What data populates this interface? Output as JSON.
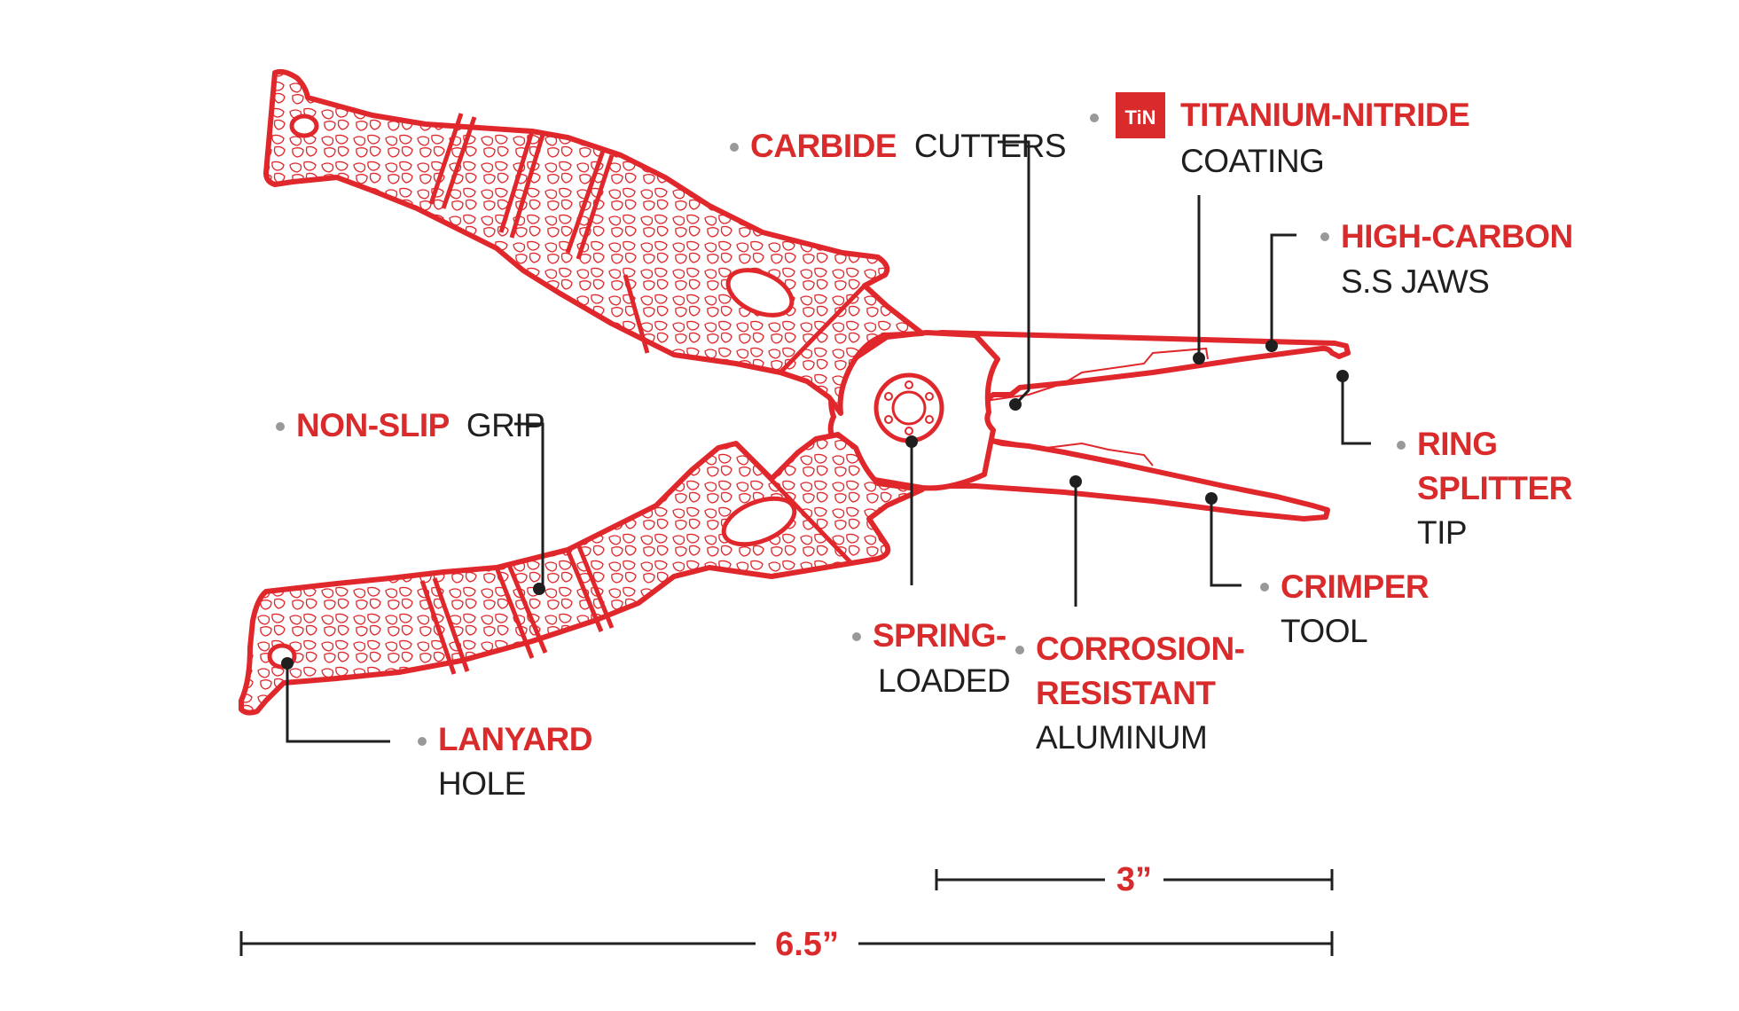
{
  "diagram": {
    "badge": "TiN",
    "colors": {
      "accent": "#d92b2b",
      "text": "#1f1f1f",
      "bullet": "#999999"
    },
    "callouts": {
      "carbide": {
        "highlight": "CARBIDE",
        "text": "CUTTERS"
      },
      "tin": {
        "line1": "TITANIUM-NITRIDE",
        "line2": "COATING"
      },
      "highcarbon": {
        "line1": "HIGH-CARBON",
        "line2": "S.S JAWS"
      },
      "nonslip": {
        "highlight": "NON-SLIP",
        "text": "GRIP"
      },
      "ring": {
        "line1": "RING",
        "line2": "SPLITTER",
        "line3": "TIP"
      },
      "crimper": {
        "line1": "CRIMPER",
        "line2": "TOOL"
      },
      "spring": {
        "line1": "SPRING-",
        "line2": "LOADED"
      },
      "corrosion": {
        "line1": "CORROSION-",
        "line2": "RESISTANT",
        "line3": "ALUMINUM"
      },
      "lanyard": {
        "line1": "LANYARD",
        "line2": "HOLE"
      }
    },
    "dimensions": {
      "jaw_length": "3”",
      "overall_length": "6.5”"
    }
  }
}
